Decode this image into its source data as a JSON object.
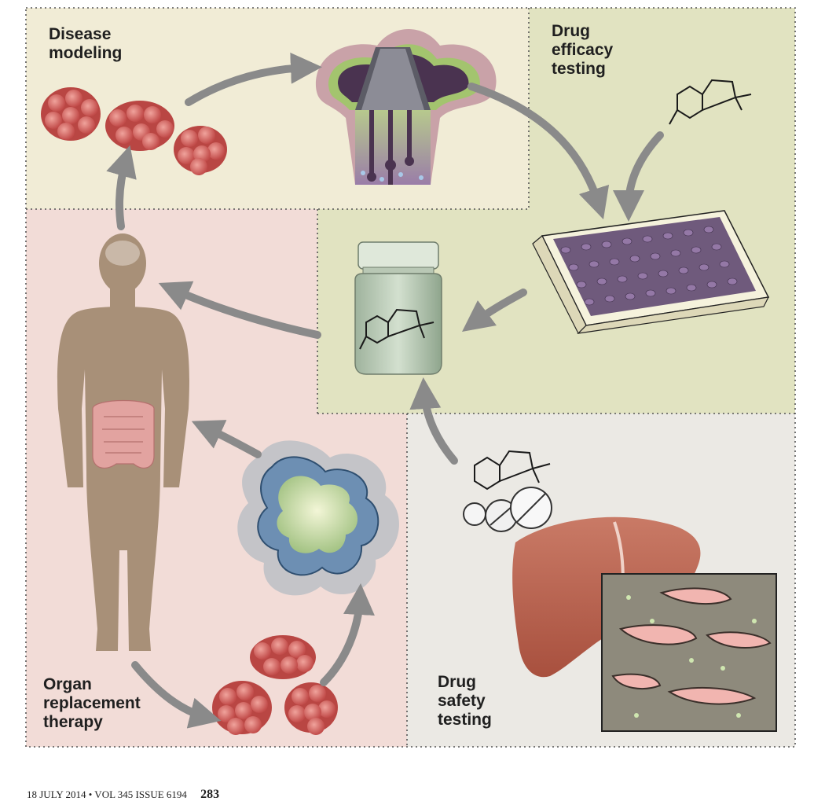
{
  "panels": {
    "disease_modeling": "Disease\nmodeling",
    "drug_efficacy": "Drug\nefficacy\ntesting",
    "organ_replacement": "Organ\nreplacement\ntherapy",
    "drug_safety": "Drug\nsafety\ntesting"
  },
  "footer": {
    "issue": "18 JULY 2014 • VOL 345 ISSUE 6194",
    "page": "283"
  },
  "colors": {
    "disease_bg": "#f1ecd6",
    "efficacy_bg": "#e1e3c1",
    "organ_bg": "#f2dcd7",
    "safety_bg": "#ebe9e4",
    "arrow": "#8a8a8a",
    "cell": "#cf5a58",
    "body": "#a89078",
    "organoid": "#6d8fb3"
  }
}
